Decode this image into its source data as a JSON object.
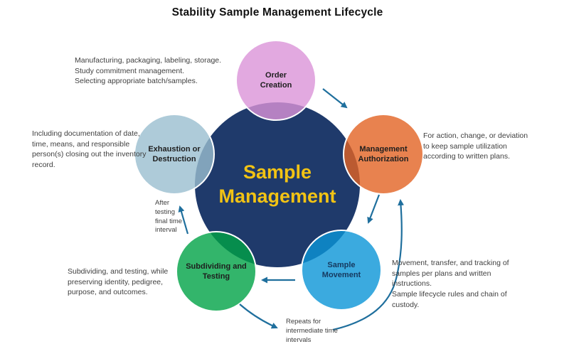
{
  "title": "Stability Sample Management Lifecycle",
  "center_circle": {
    "label": "Sample Management",
    "fill": "#1F3A6B",
    "text_color": "#F2C314"
  },
  "stages": [
    {
      "label": "Order Creation",
      "fill": "#DB93D8",
      "position": "top"
    },
    {
      "label": "Management Authorization",
      "fill": "#E26323",
      "position": "right"
    },
    {
      "label": "Sample Movement",
      "fill": "#0A95D7",
      "position": "bottom-right"
    },
    {
      "label": "Subdividing and Testing",
      "fill": "#00A246",
      "position": "bottom-left"
    },
    {
      "label": "Exhaustion or Destruction",
      "fill": "#9ABECF",
      "position": "left"
    }
  ],
  "annotations": {
    "order_creation": "Manufacturing, packaging,  labeling, storage.\nStudy commitment management.\nSelecting  appropriate  batch/samples.",
    "management_authorization": "For action, change, or deviation to keep sample utilization according to written plans.",
    "sample_movement": "Movement, transfer, and tracking of samples per plans and written instructions.\nSample lifecycle rules and chain of custody.",
    "subdividing_testing": "Subdividing, and testing, while preserving identity, pedigree, purpose, and outcomes.",
    "exhaustion_destruction": "Including documentation of date, time, means, and responsible person(s) closing out the inventory record."
  },
  "flow_labels": {
    "after_testing": "After testing final time interval",
    "repeats": "Repeats for intermediate time intervals"
  },
  "arrows": [
    {
      "from": "Order Creation",
      "to": "Management Authorization"
    },
    {
      "from": "Management Authorization",
      "to": "Sample Movement"
    },
    {
      "from": "Sample Movement",
      "to": "Subdividing and Testing"
    },
    {
      "from": "Subdividing and Testing",
      "to": "Exhaustion or Destruction",
      "label": "After testing final time interval"
    },
    {
      "from": "Subdividing and Testing",
      "to": "Management Authorization",
      "label": "Repeats for intermediate time intervals"
    }
  ],
  "arrow_color": "#1F6F9D"
}
